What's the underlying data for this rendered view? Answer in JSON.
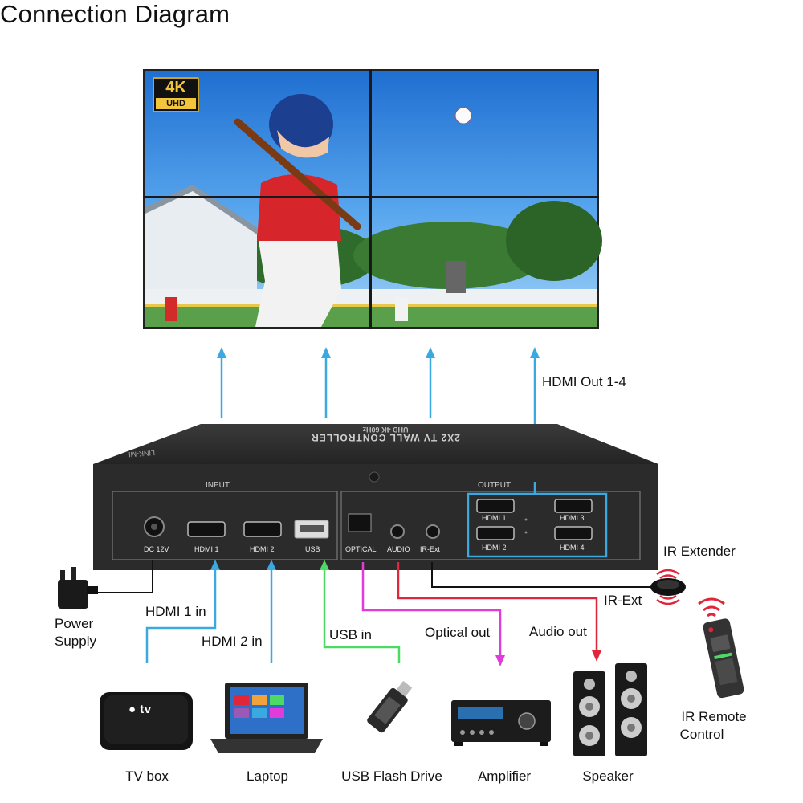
{
  "title": "Connection Diagram",
  "badge": {
    "line1": "4K",
    "line2": "UHD"
  },
  "device": {
    "brand": "LINK-MI",
    "model_line1": "2X2 TV WALL CONTROLLER",
    "model_line2": "UHD 4K 60Hz",
    "input_section": "INPUT",
    "output_section": "OUTPUT",
    "ports": {
      "dc": "DC 12V",
      "hdmi1": "HDMI 1",
      "hdmi2": "HDMI 2",
      "usb": "USB",
      "optical": "OPTICAL",
      "audio": "AUDIO",
      "irext": "IR-Ext",
      "out1": "HDMI 1",
      "out2": "HDMI 2",
      "out3": "HDMI 3",
      "out4": "HDMI 4"
    }
  },
  "labels": {
    "hdmi_out": "HDMI Out 1-4",
    "ir_extender": "IR Extender",
    "ir_ext": "IR-Ext",
    "hdmi1_in": "HDMI 1 in",
    "hdmi2_in": "HDMI 2 in",
    "usb_in": "USB in",
    "optical_out": "Optical out",
    "audio_out": "Audio out",
    "power_supply_line1": "Power",
    "power_supply_line2": "Supply"
  },
  "devices": {
    "tv_box": "TV box",
    "laptop": "Laptop",
    "usb_drive": "USB Flash Drive",
    "amplifier": "Amplifier",
    "speaker": "Speaker",
    "ir_remote_line1": "IR Remote",
    "ir_remote_line2": "Control",
    "tv_logo": "tv"
  },
  "colors": {
    "hdmi": "#3ba9e0",
    "usb": "#4cd964",
    "optical": "#e23bdc",
    "audio": "#e0263a",
    "cable": "#111111",
    "device_body": "#2b2b2b"
  }
}
